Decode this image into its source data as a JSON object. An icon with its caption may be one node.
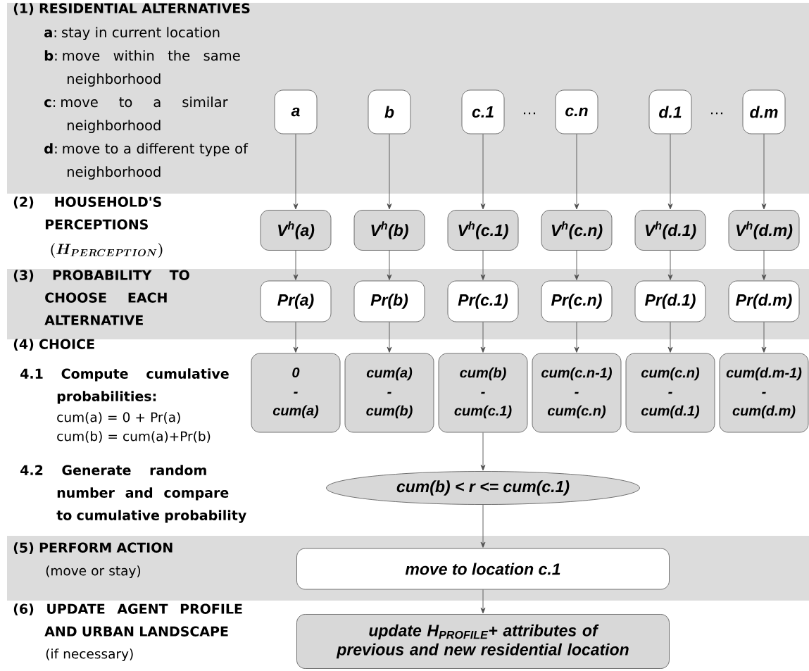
{
  "diagram": {
    "nodes": [
      {
        "text": [
          "a"
        ]
      },
      {
        "text": [
          "b"
        ]
      },
      {
        "text": [
          "c.1"
        ]
      },
      {
        "text": [
          "c.n"
        ]
      },
      {
        "text": [
          "d.1"
        ]
      },
      {
        "text": [
          "d.m"
        ]
      },
      {
        "text": [
          "V$^{h}$(a)"
        ]
      },
      {
        "text": [
          "V$^{h}$(b)"
        ]
      },
      {
        "text": [
          "V$^{h}$(c.1)"
        ]
      },
      {
        "text": [
          "V$^{h}$(c.n)"
        ]
      },
      {
        "text": [
          "V$^{h}$(d.1)"
        ]
      },
      {
        "text": [
          "V$^{h}$(d.m)"
        ]
      },
      {
        "text": [
          "Pr(a)"
        ]
      },
      {
        "text": [
          "Pr(b)"
        ]
      },
      {
        "text": [
          "Pr(c.1)"
        ]
      },
      {
        "text": [
          "Pr(c.n)"
        ]
      },
      {
        "text": [
          "Pr(d.1)"
        ]
      },
      {
        "text": [
          "Pr(d.m)"
        ]
      },
      {
        "text": [
          "0 - cum(a)"
        ]
      },
      {
        "text": [
          "cum(a) - cum(b)"
        ]
      },
      {
        "text": [
          "cum(b) - cum(c.1)"
        ]
      },
      {
        "text": [
          "cum(c.n-1) - cum(c.n)"
        ]
      },
      {
        "text": [
          "cum(c.n) - cum(d.1)"
        ]
      },
      {
        "text": [
          "cum(d.m-1) - cum(d.m)"
        ]
      },
      {
        "text": [
          "cum(b) < r <= cum(c.1)"
        ]
      },
      {
        "text": [
          "move to location c.1"
        ]
      },
      {
        "text": [
          "update H$_{PROFILE}$+ attributes of previous and new residential location"
        ]
      }
    ],
    "edges": [
      {
        "from": 0,
        "to": 6,
        "arrow": "to"
      },
      {
        "from": 1,
        "to": 7,
        "arrow": "to"
      },
      {
        "from": 2,
        "to": 8,
        "arrow": "to"
      },
      {
        "from": 3,
        "to": 9,
        "arrow": "to"
      },
      {
        "from": 4,
        "to": 10,
        "arrow": "to"
      },
      {
        "from": 5,
        "to": 11,
        "arrow": "to"
      },
      {
        "from": 6,
        "to": 12,
        "arrow": "to"
      },
      {
        "from": 7,
        "to": 13,
        "arrow": "to"
      },
      {
        "from": 8,
        "to": 14,
        "arrow": "to"
      },
      {
        "from": 9,
        "to": 15,
        "arrow": "to"
      },
      {
        "from": 10,
        "to": 16,
        "arrow": "to"
      },
      {
        "from": 11,
        "to": 17,
        "arrow": "to"
      },
      {
        "from": 12,
        "to": 18,
        "arrow": "to"
      },
      {
        "from": 13,
        "to": 19,
        "arrow": "to"
      },
      {
        "from": 14,
        "to": 20,
        "arrow": "to"
      },
      {
        "from": 15,
        "to": 21,
        "arrow": "to"
      },
      {
        "from": 16,
        "to": 22,
        "arrow": "to"
      },
      {
        "from": 17,
        "to": 23,
        "arrow": "to"
      },
      {
        "from": 20,
        "to": 24,
        "arrow": "to"
      },
      {
        "from": 24,
        "to": 25,
        "arrow": "to"
      },
      {
        "from": 25,
        "to": 26,
        "arrow": "to"
      }
    ],
    "labels": [
      "(1) RESIDENTIAL ALTERNATIVES",
      "**a**: stay in current location",
      "**b**: move within the same neighborhood",
      "**c**: move to a similar neighborhood",
      "**d**: move to a different type of neighborhood",
      "…",
      "…",
      "(2) HOUSEHOLD'S PERCEPTIONS",
      "(H_{PERCEPTION})",
      "(3) PROBABILITY TO CHOOSE EACH ALTERNATIVE",
      "(4) CHOICE",
      "4.1 Compute cumulative probabilities:",
      "cum(a) = 0 + Pr(a)",
      "cum(b) = cum(a)+Pr(b)",
      "4.2 Generate random number and compare to cumulative probability",
      "(5) PERFORM ACTION",
      "(move or stay)",
      "(6) UPDATE AGENT PROFILE AND URBAN LANDSCAPE",
      "(if necessary)"
    ]
  }
}
